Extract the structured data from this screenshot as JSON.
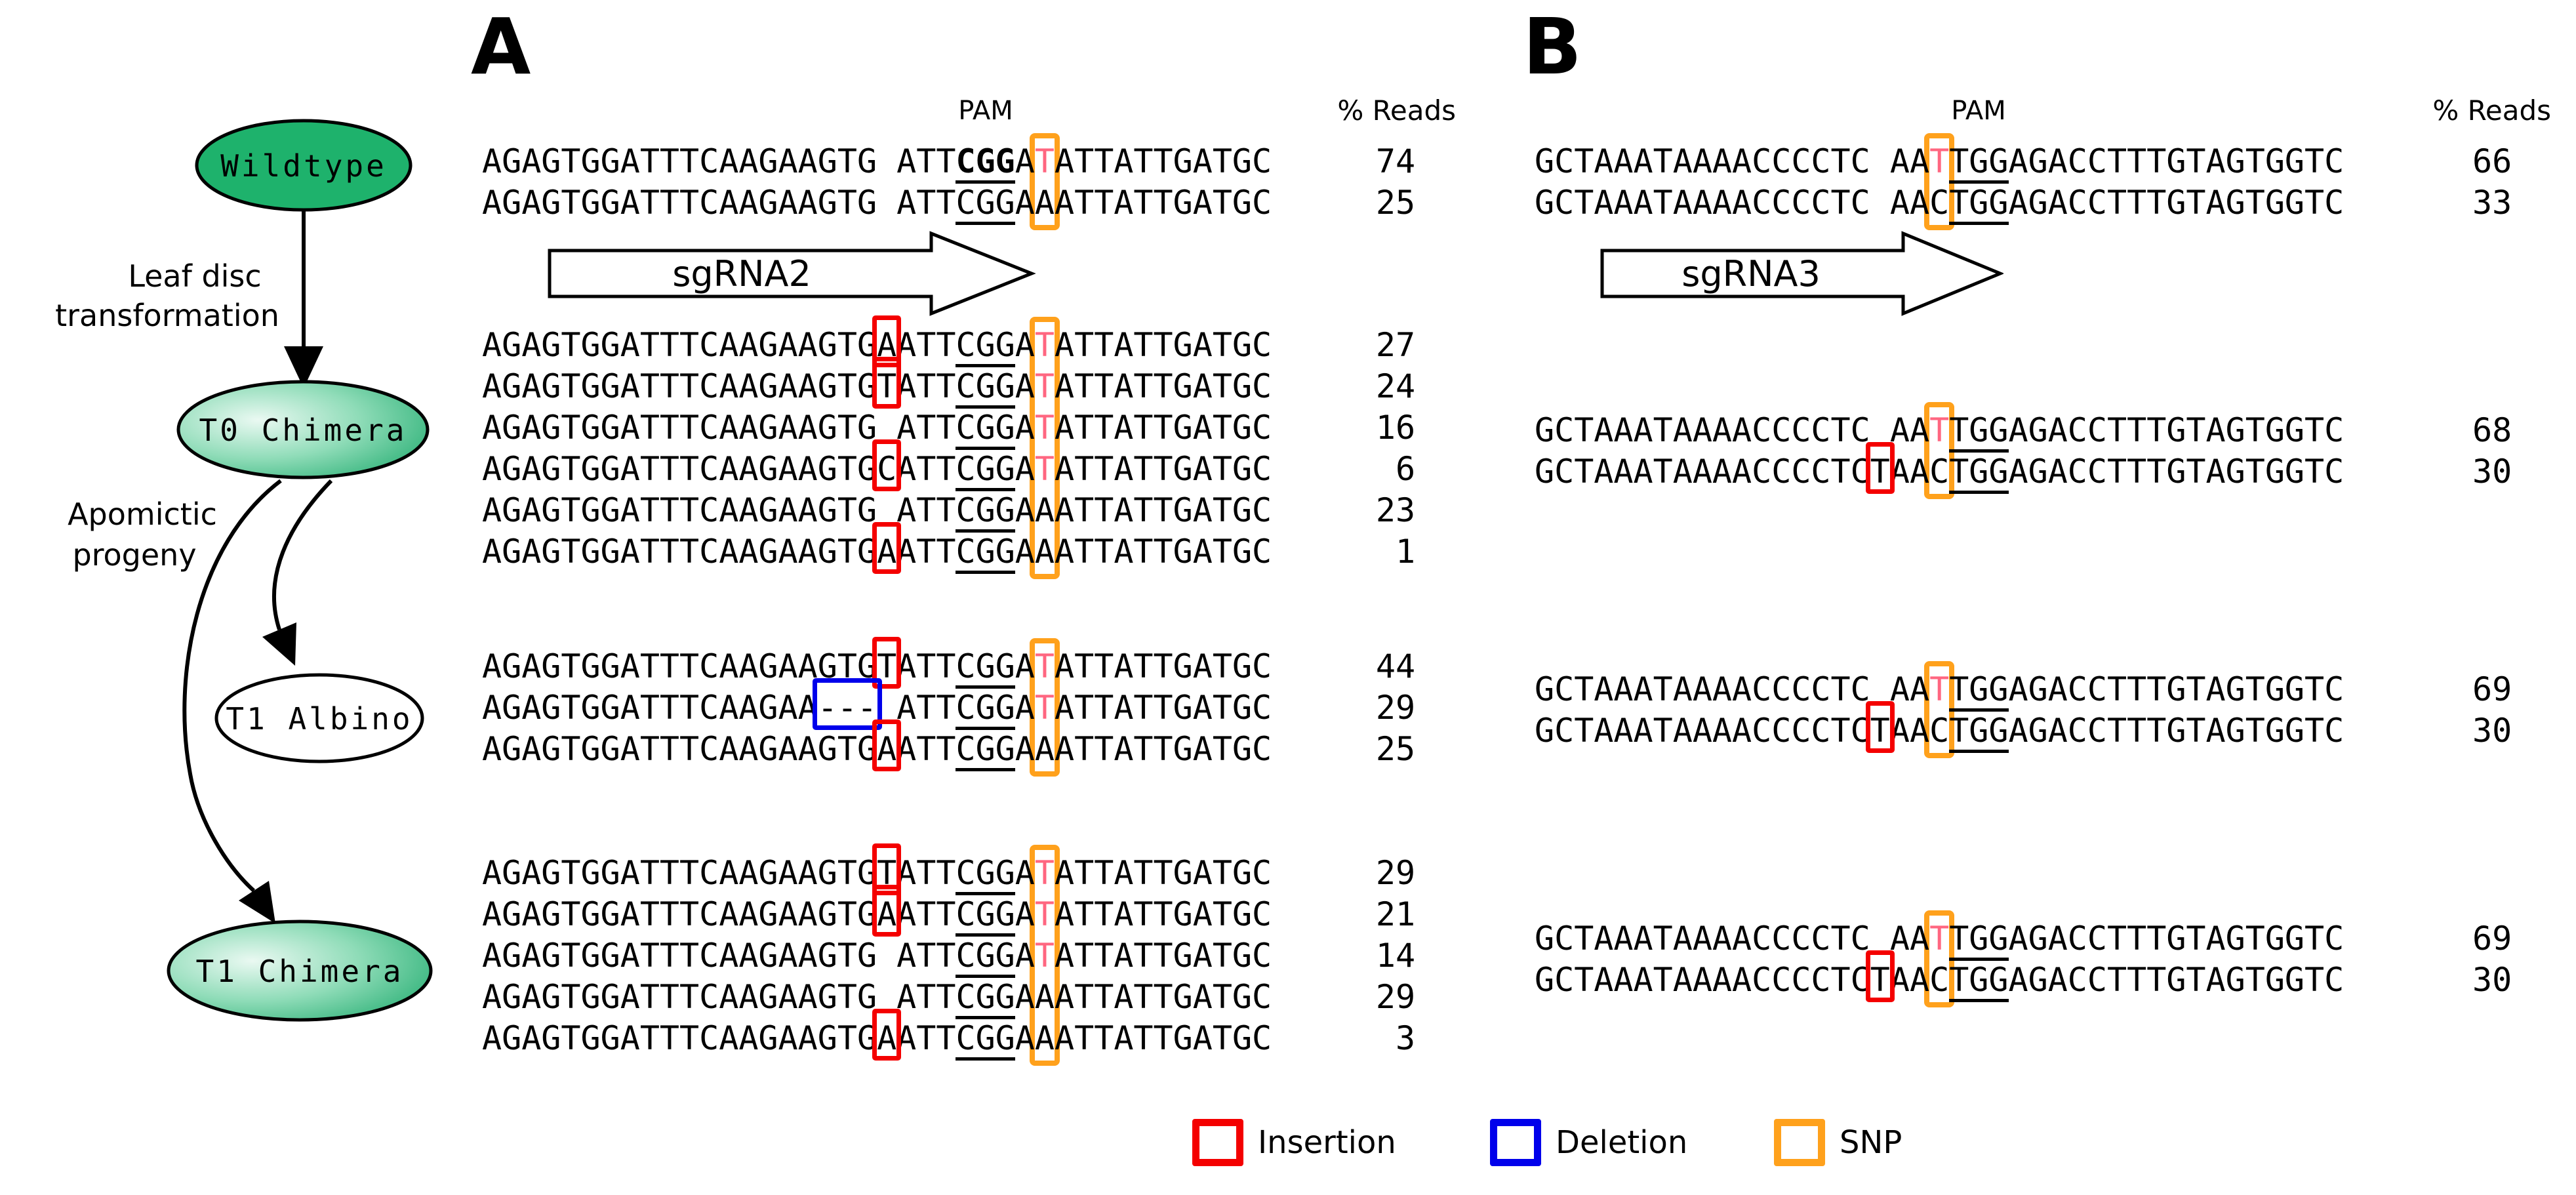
{
  "colors": {
    "node_green": "#1EB26C",
    "node_green_mid": "#8FDCB8",
    "node_green_light": "#EAF9F2",
    "node_green_dark": "#12A565",
    "snp_pink": "#FF6680"
  },
  "flowchart": {
    "nodes": [
      {
        "label": "Wildtype"
      },
      {
        "label": "T0 Chimera"
      },
      {
        "label": "T1 Albino"
      },
      {
        "label": "T1 Chimera"
      }
    ],
    "edges": [
      {
        "label_lines": [
          "Leaf disc",
          "transformation"
        ]
      },
      {
        "label_lines": [
          "Apomictic",
          "progeny"
        ]
      }
    ]
  },
  "legend": {
    "items": [
      {
        "label": "Insertion",
        "color": "#F40000"
      },
      {
        "label": "Deletion",
        "color": "#0000EB"
      },
      {
        "label": "SNP",
        "color": "#FFA11C"
      }
    ]
  },
  "panels": [
    {
      "letter": "A",
      "pam_label": "PAM",
      "reads_label": "% Reads",
      "sgrna_label": "sgRNA2",
      "snp_col": 28,
      "groups": [
        {
          "name": "wildtype",
          "rows": [
            {
              "segs": [
                [
                  "AGAGTGGATTTCAAGAAGTG ",
                  ""
                ],
                [
                  "ATT",
                  ""
                ],
                [
                  "CGG",
                  "ub"
                ],
                [
                  "A",
                  ""
                ],
                [
                  "T",
                  "p"
                ],
                [
                  "ATTATTGATGC",
                  ""
                ]
              ],
              "reads": "74"
            },
            {
              "segs": [
                [
                  "AGAGTGGATTTCAAGAAGTG ",
                  ""
                ],
                [
                  "ATT",
                  ""
                ],
                [
                  "CGG",
                  "u"
                ],
                [
                  "A",
                  ""
                ],
                [
                  "A",
                  ""
                ],
                [
                  "ATTATTGATGC",
                  ""
                ]
              ],
              "reads": "25"
            }
          ]
        },
        {
          "name": "t0-chimera",
          "rows": [
            {
              "segs": [
                [
                  "AGAGTGGATTTCAAGAAGTG",
                  ""
                ],
                [
                  "A",
                  "i"
                ],
                [
                  "ATT",
                  ""
                ],
                [
                  "CGG",
                  "u"
                ],
                [
                  "A",
                  ""
                ],
                [
                  "T",
                  "p"
                ],
                [
                  "ATTATTGATGC",
                  ""
                ]
              ],
              "reads": "27"
            },
            {
              "segs": [
                [
                  "AGAGTGGATTTCAAGAAGTG",
                  ""
                ],
                [
                  "T",
                  "i"
                ],
                [
                  "ATT",
                  ""
                ],
                [
                  "CGG",
                  "u"
                ],
                [
                  "A",
                  ""
                ],
                [
                  "T",
                  "p"
                ],
                [
                  "ATTATTGATGC",
                  ""
                ]
              ],
              "reads": "24"
            },
            {
              "segs": [
                [
                  "AGAGTGGATTTCAAGAAGTG ",
                  ""
                ],
                [
                  "ATT",
                  ""
                ],
                [
                  "CGG",
                  "u"
                ],
                [
                  "A",
                  ""
                ],
                [
                  "T",
                  "p"
                ],
                [
                  "ATTATTGATGC",
                  ""
                ]
              ],
              "reads": "16"
            },
            {
              "segs": [
                [
                  "AGAGTGGATTTCAAGAAGTG",
                  ""
                ],
                [
                  "C",
                  "i"
                ],
                [
                  "ATT",
                  ""
                ],
                [
                  "CGG",
                  "u"
                ],
                [
                  "A",
                  ""
                ],
                [
                  "T",
                  "p"
                ],
                [
                  "ATTATTGATGC",
                  ""
                ]
              ],
              "reads": "6"
            },
            {
              "segs": [
                [
                  "AGAGTGGATTTCAAGAAGTG ",
                  ""
                ],
                [
                  "ATT",
                  ""
                ],
                [
                  "CGG",
                  "u"
                ],
                [
                  "A",
                  ""
                ],
                [
                  "A",
                  ""
                ],
                [
                  "ATTATTGATGC",
                  ""
                ]
              ],
              "reads": "23"
            },
            {
              "segs": [
                [
                  "AGAGTGGATTTCAAGAAGTG",
                  ""
                ],
                [
                  "A",
                  "i"
                ],
                [
                  "ATT",
                  ""
                ],
                [
                  "CGG",
                  "u"
                ],
                [
                  "A",
                  ""
                ],
                [
                  "A",
                  ""
                ],
                [
                  "ATTATTGATGC",
                  ""
                ]
              ],
              "reads": "1"
            }
          ]
        },
        {
          "name": "t1-albino",
          "rows": [
            {
              "segs": [
                [
                  "AGAGTGGATTTCAAGAAGTG",
                  ""
                ],
                [
                  "T",
                  "i"
                ],
                [
                  "ATT",
                  ""
                ],
                [
                  "CGG",
                  "u"
                ],
                [
                  "A",
                  ""
                ],
                [
                  "T",
                  "p"
                ],
                [
                  "ATTATTGATGC",
                  ""
                ]
              ],
              "reads": "44"
            },
            {
              "segs": [
                [
                  "AGAGTGGATTTCAAGAA",
                  ""
                ],
                [
                  "---",
                  "d"
                ],
                [
                  " ",
                  ""
                ],
                [
                  "ATT",
                  ""
                ],
                [
                  "CGG",
                  "u"
                ],
                [
                  "A",
                  ""
                ],
                [
                  "T",
                  "p"
                ],
                [
                  "ATTATTGATGC",
                  ""
                ]
              ],
              "reads": "29"
            },
            {
              "segs": [
                [
                  "AGAGTGGATTTCAAGAAGTG",
                  ""
                ],
                [
                  "A",
                  "i"
                ],
                [
                  "ATT",
                  ""
                ],
                [
                  "CGG",
                  "u"
                ],
                [
                  "A",
                  ""
                ],
                [
                  "A",
                  ""
                ],
                [
                  "ATTATTGATGC",
                  ""
                ]
              ],
              "reads": "25"
            }
          ]
        },
        {
          "name": "t1-chimera",
          "rows": [
            {
              "segs": [
                [
                  "AGAGTGGATTTCAAGAAGTG",
                  ""
                ],
                [
                  "T",
                  "i"
                ],
                [
                  "ATT",
                  ""
                ],
                [
                  "CGG",
                  "u"
                ],
                [
                  "A",
                  ""
                ],
                [
                  "T",
                  "p"
                ],
                [
                  "ATTATTGATGC",
                  ""
                ]
              ],
              "reads": "29"
            },
            {
              "segs": [
                [
                  "AGAGTGGATTTCAAGAAGTG",
                  ""
                ],
                [
                  "A",
                  "i"
                ],
                [
                  "ATT",
                  ""
                ],
                [
                  "CGG",
                  "u"
                ],
                [
                  "A",
                  ""
                ],
                [
                  "T",
                  "p"
                ],
                [
                  "ATTATTGATGC",
                  ""
                ]
              ],
              "reads": "21"
            },
            {
              "segs": [
                [
                  "AGAGTGGATTTCAAGAAGTG ",
                  ""
                ],
                [
                  "ATT",
                  ""
                ],
                [
                  "CGG",
                  "u"
                ],
                [
                  "A",
                  ""
                ],
                [
                  "T",
                  "p"
                ],
                [
                  "ATTATTGATGC",
                  ""
                ]
              ],
              "reads": "14"
            },
            {
              "segs": [
                [
                  "AGAGTGGATTTCAAGAAGTG ",
                  ""
                ],
                [
                  "ATT",
                  ""
                ],
                [
                  "CGG",
                  "u"
                ],
                [
                  "A",
                  ""
                ],
                [
                  "A",
                  ""
                ],
                [
                  "ATTATTGATGC",
                  ""
                ]
              ],
              "reads": "29"
            },
            {
              "segs": [
                [
                  "AGAGTGGATTTCAAGAAGTG",
                  ""
                ],
                [
                  "A",
                  "i"
                ],
                [
                  "ATT",
                  ""
                ],
                [
                  "CGG",
                  "u"
                ],
                [
                  "A",
                  ""
                ],
                [
                  "A",
                  ""
                ],
                [
                  "ATTATTGATGC",
                  ""
                ]
              ],
              "reads": "3"
            }
          ]
        }
      ]
    },
    {
      "letter": "B",
      "pam_label": "PAM",
      "reads_label": "% Reads",
      "sgrna_label": "sgRNA3",
      "snp_col": 20,
      "groups": [
        {
          "name": "wildtype",
          "rows": [
            {
              "segs": [
                [
                  "GCTAAATAAAACCCCTC ",
                  ""
                ],
                [
                  "AA",
                  ""
                ],
                [
                  "T",
                  "p"
                ],
                [
                  "TGG",
                  "u"
                ],
                [
                  "AGACCTTTGTAGTGGTC",
                  ""
                ]
              ],
              "reads": "66"
            },
            {
              "segs": [
                [
                  "GCTAAATAAAACCCCTC ",
                  ""
                ],
                [
                  "AA",
                  ""
                ],
                [
                  "C",
                  ""
                ],
                [
                  "TGG",
                  "u"
                ],
                [
                  "AGACCTTTGTAGTGGTC",
                  ""
                ]
              ],
              "reads": "33"
            }
          ]
        },
        {
          "name": "t0-chimera",
          "rows": [
            {
              "segs": [
                [
                  "GCTAAATAAAACCCCTC ",
                  ""
                ],
                [
                  "AA",
                  ""
                ],
                [
                  "T",
                  "p"
                ],
                [
                  "TGG",
                  "u"
                ],
                [
                  "AGACCTTTGTAGTGGTC",
                  ""
                ]
              ],
              "reads": "68"
            },
            {
              "segs": [
                [
                  "GCTAAATAAAACCCCTC",
                  ""
                ],
                [
                  "T",
                  "i"
                ],
                [
                  "AA",
                  ""
                ],
                [
                  "C",
                  ""
                ],
                [
                  "TGG",
                  "u"
                ],
                [
                  "AGACCTTTGTAGTGGTC",
                  ""
                ]
              ],
              "reads": "30"
            }
          ]
        },
        {
          "name": "t1-albino",
          "rows": [
            {
              "segs": [
                [
                  "GCTAAATAAAACCCCTC ",
                  ""
                ],
                [
                  "AA",
                  ""
                ],
                [
                  "T",
                  "p"
                ],
                [
                  "TGG",
                  "u"
                ],
                [
                  "AGACCTTTGTAGTGGTC",
                  ""
                ]
              ],
              "reads": "69"
            },
            {
              "segs": [
                [
                  "GCTAAATAAAACCCCTC",
                  ""
                ],
                [
                  "T",
                  "i"
                ],
                [
                  "AA",
                  ""
                ],
                [
                  "C",
                  ""
                ],
                [
                  "TGG",
                  "u"
                ],
                [
                  "AGACCTTTGTAGTGGTC",
                  ""
                ]
              ],
              "reads": "30"
            }
          ]
        },
        {
          "name": "t1-chimera",
          "rows": [
            {
              "segs": [
                [
                  "GCTAAATAAAACCCCTC ",
                  ""
                ],
                [
                  "AA",
                  ""
                ],
                [
                  "T",
                  "p"
                ],
                [
                  "TGG",
                  "u"
                ],
                [
                  "AGACCTTTGTAGTGGTC",
                  ""
                ]
              ],
              "reads": "69"
            },
            {
              "segs": [
                [
                  "GCTAAATAAAACCCCTC",
                  ""
                ],
                [
                  "T",
                  "i"
                ],
                [
                  "AA",
                  ""
                ],
                [
                  "C",
                  ""
                ],
                [
                  "TGG",
                  "u"
                ],
                [
                  "AGACCTTTGTAGTGGTC",
                  ""
                ]
              ],
              "reads": "30"
            }
          ]
        }
      ]
    }
  ]
}
